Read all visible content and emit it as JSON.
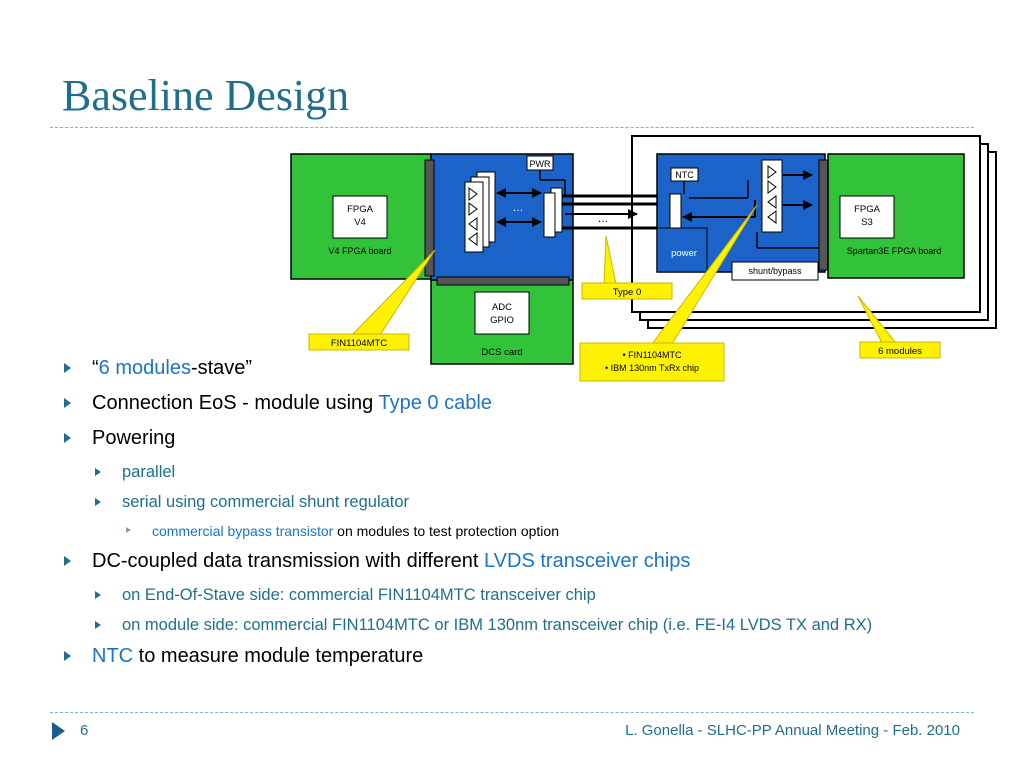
{
  "slide": {
    "title": "Baseline Design",
    "page_number": "6",
    "footer": "L. Gonella - SLHC-PP Annual Meeting - Feb. 2010"
  },
  "diagram": {
    "fpga_v4": [
      "FPGA",
      "V4"
    ],
    "v4_board": "V4 FPGA board",
    "pwr": "PWR",
    "dots": "…",
    "adc_gpio": [
      "ADC",
      "GPIO"
    ],
    "dcs_card": "DCS card",
    "ntc": "NTC",
    "power": "power",
    "fpga_s3": [
      "FPGA",
      "S3"
    ],
    "spartan_board": "Spartan3E FPGA board",
    "shunt_bypass": "shunt/bypass",
    "callout_type0": "Type 0",
    "callout_fin": "FIN1104MTC",
    "callout_chips": [
      "• FIN1104MTC",
      "• IBM 130nm TxRx chip"
    ],
    "callout_modules": "6 modules"
  },
  "bullets": {
    "b1": {
      "q1": "“",
      "modules": "6 modules",
      "rest": "-stave”"
    },
    "b2": {
      "text": "Connection EoS - module using ",
      "type0": "Type 0 cable"
    },
    "b3": {
      "text": "Powering"
    },
    "b3a": {
      "text": "parallel"
    },
    "b3b": {
      "text": "serial using commercial shunt regulator"
    },
    "b3b1": {
      "blue": "commercial bypass transistor",
      "rest": " on modules to test protection option"
    },
    "b4": {
      "text": "DC-coupled data transmission with different ",
      "lvds": "LVDS transceiver chips"
    },
    "b4a": {
      "text": "on End-Of-Stave side: commercial FIN1104MTC transceiver chip"
    },
    "b4b": {
      "text": "on module side: commercial FIN1104MTC or IBM 130nm transceiver chip (i.e. FE-I4 LVDS TX and RX)"
    },
    "b5": {
      "ntc": "NTC",
      "rest": " to measure module temperature"
    }
  }
}
